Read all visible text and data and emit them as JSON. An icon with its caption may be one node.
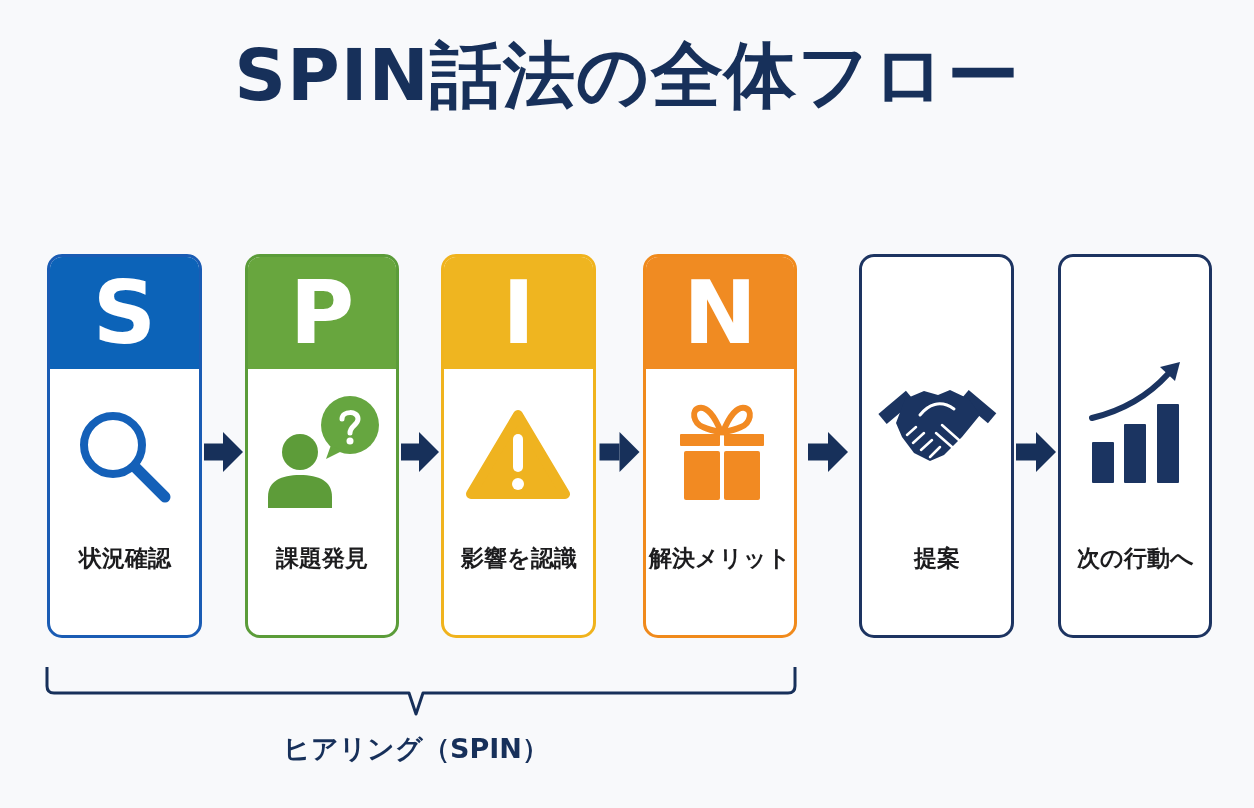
{
  "diagram": {
    "title": "SPIN話法の全体フロー",
    "nodes": [
      {
        "text": [
          "S",
          "状況確認"
        ]
      },
      {
        "text": [
          "P",
          "課題発見"
        ]
      },
      {
        "text": [
          "I",
          "影響を認識"
        ]
      },
      {
        "text": [
          "N",
          "解決メリット"
        ]
      },
      {
        "text": [
          "提案"
        ]
      },
      {
        "text": [
          "次の行動へ"
        ]
      }
    ],
    "edges": [
      {
        "from": 0,
        "to": 1,
        "arrow": "to"
      },
      {
        "from": 1,
        "to": 2,
        "arrow": "to"
      },
      {
        "from": 2,
        "to": 3,
        "arrow": "to"
      },
      {
        "from": 3,
        "to": 4,
        "arrow": "to"
      },
      {
        "from": 4,
        "to": 5,
        "arrow": "to"
      }
    ],
    "labels": [
      "ヒアリング（SPIN）"
    ]
  }
}
